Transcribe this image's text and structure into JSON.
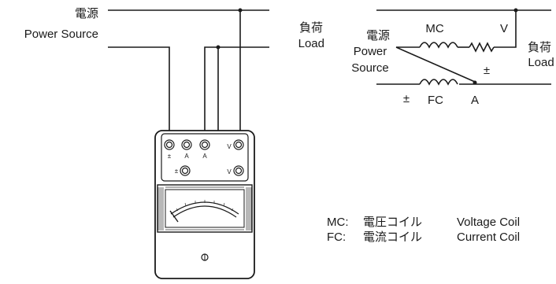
{
  "left_diagram": {
    "source_label_jp": "電源",
    "source_label_en": "Power Source",
    "load_label_jp": "負荷",
    "load_label_en": "Load",
    "terminals": {
      "pm": "±",
      "a1": "A",
      "a2": "A",
      "v_top": "V",
      "pm_lower": "±",
      "v_lower": "V"
    }
  },
  "right_diagram": {
    "source_label_jp": "電源",
    "source_label_en_1": "Power",
    "source_label_en_2": "Source",
    "load_label_jp": "負荷",
    "load_label_en": "Load",
    "mc": "MC",
    "fc": "FC",
    "v": "V",
    "a": "A",
    "pm_right": "±",
    "pm_left": "±"
  },
  "legend": {
    "mc_key": "MC:",
    "mc_jp": "電圧コイル",
    "mc_en": "Voltage Coil",
    "fc_key": "FC:",
    "fc_jp": "電流コイル",
    "fc_en": "Current Coil"
  }
}
